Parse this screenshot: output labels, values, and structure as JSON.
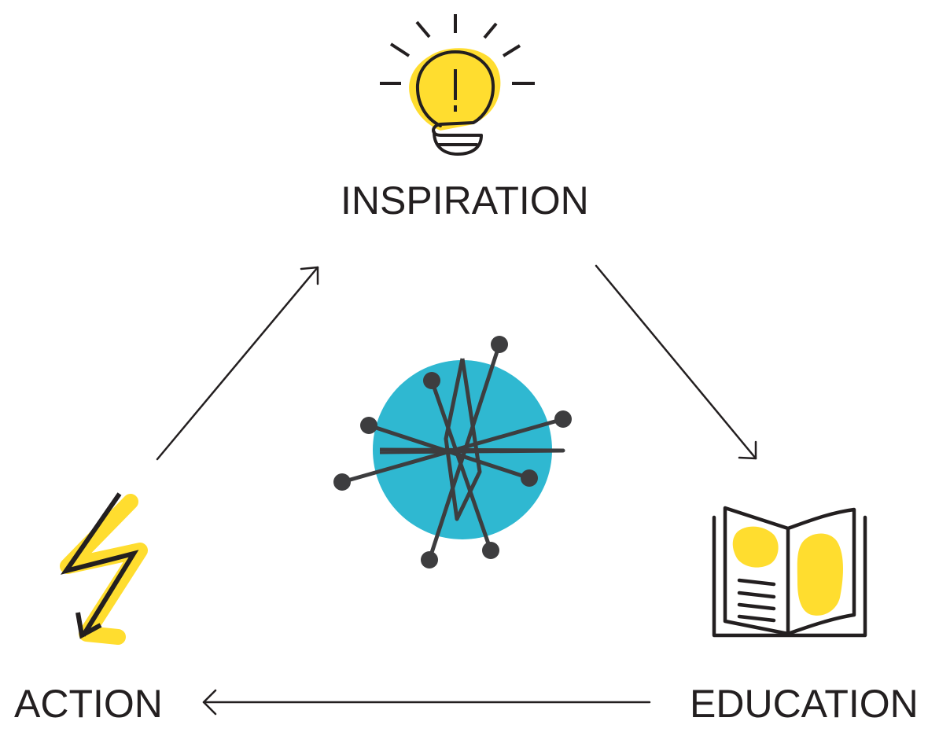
{
  "nodes": {
    "inspiration": {
      "label": "INSPIRATION",
      "icon": "lightbulb-icon"
    },
    "education": {
      "label": "EDUCATION",
      "icon": "open-book-icon"
    },
    "action": {
      "label": "ACTION",
      "icon": "lightning-bolt-icon"
    }
  },
  "center": {
    "icon": "network-star-icon"
  },
  "edges": [
    {
      "from": "action",
      "to": "inspiration"
    },
    {
      "from": "inspiration",
      "to": "education"
    },
    {
      "from": "education",
      "to": "action"
    }
  ],
  "colors": {
    "ink": "#231f20",
    "yellow": "#ffdd2f",
    "teal": "#2fb8d1",
    "node": "#3d3d3f"
  }
}
